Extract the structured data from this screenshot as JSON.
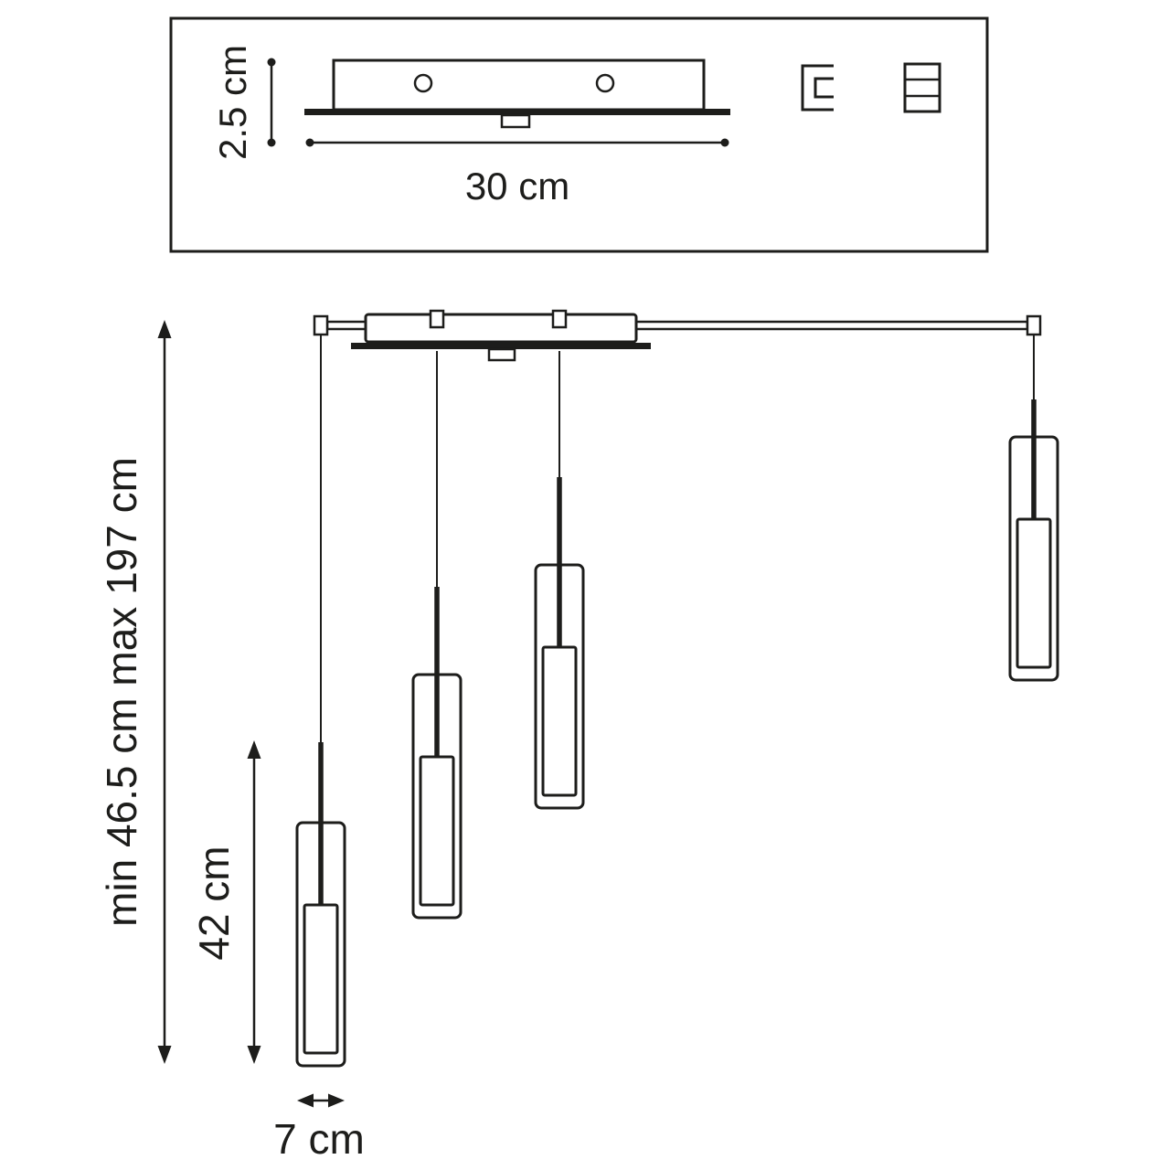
{
  "colors": {
    "line": "#1d1d1b",
    "background": "#ffffff"
  },
  "top_panel": {
    "description": "canopy-side-view-with-dimensions",
    "height_label": "2.5 cm",
    "width_label": "30 cm",
    "screw_hole_count": 2,
    "icons": [
      "mount-bracket-icon",
      "terminal-block-icon"
    ]
  },
  "main_view": {
    "description": "four-pendant-suspension-front-view",
    "pendant_count": 4,
    "height_range_label": "min 46.5 cm max 197 cm",
    "pendant_drop_label": "42 cm",
    "pendant_width_label": "7 cm"
  }
}
